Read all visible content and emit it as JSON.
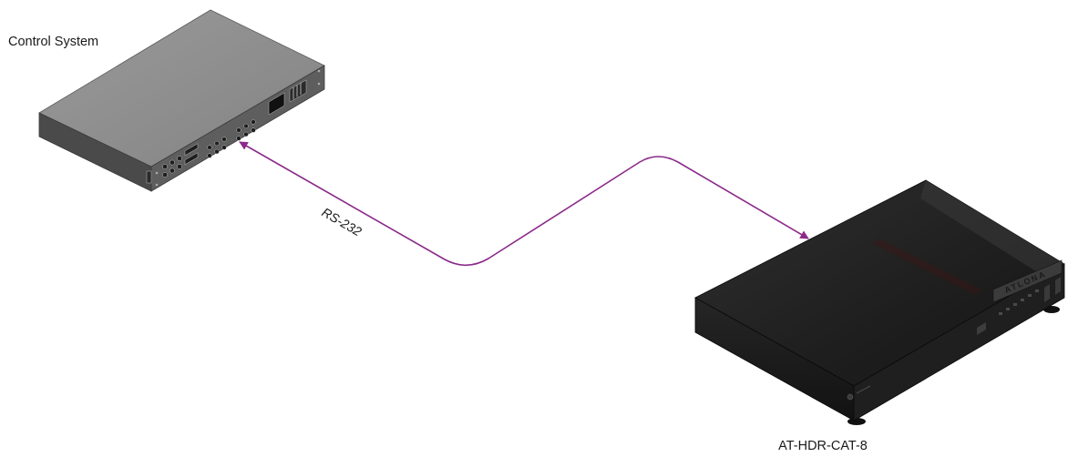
{
  "devices": {
    "control_system": {
      "label": "Control System"
    },
    "switcher": {
      "label": "AT-HDR-CAT-8",
      "brand": "ATLONA"
    }
  },
  "connection": {
    "label": "RS-232"
  },
  "colors": {
    "cable": "#8b2a8a",
    "control_top": "#8e8e8e",
    "control_front": "#616161",
    "control_side": "#4a4a4a",
    "switcher_top": "#222222",
    "switcher_front": "#1a1a1a",
    "switcher_side": "#2a2a2a"
  }
}
